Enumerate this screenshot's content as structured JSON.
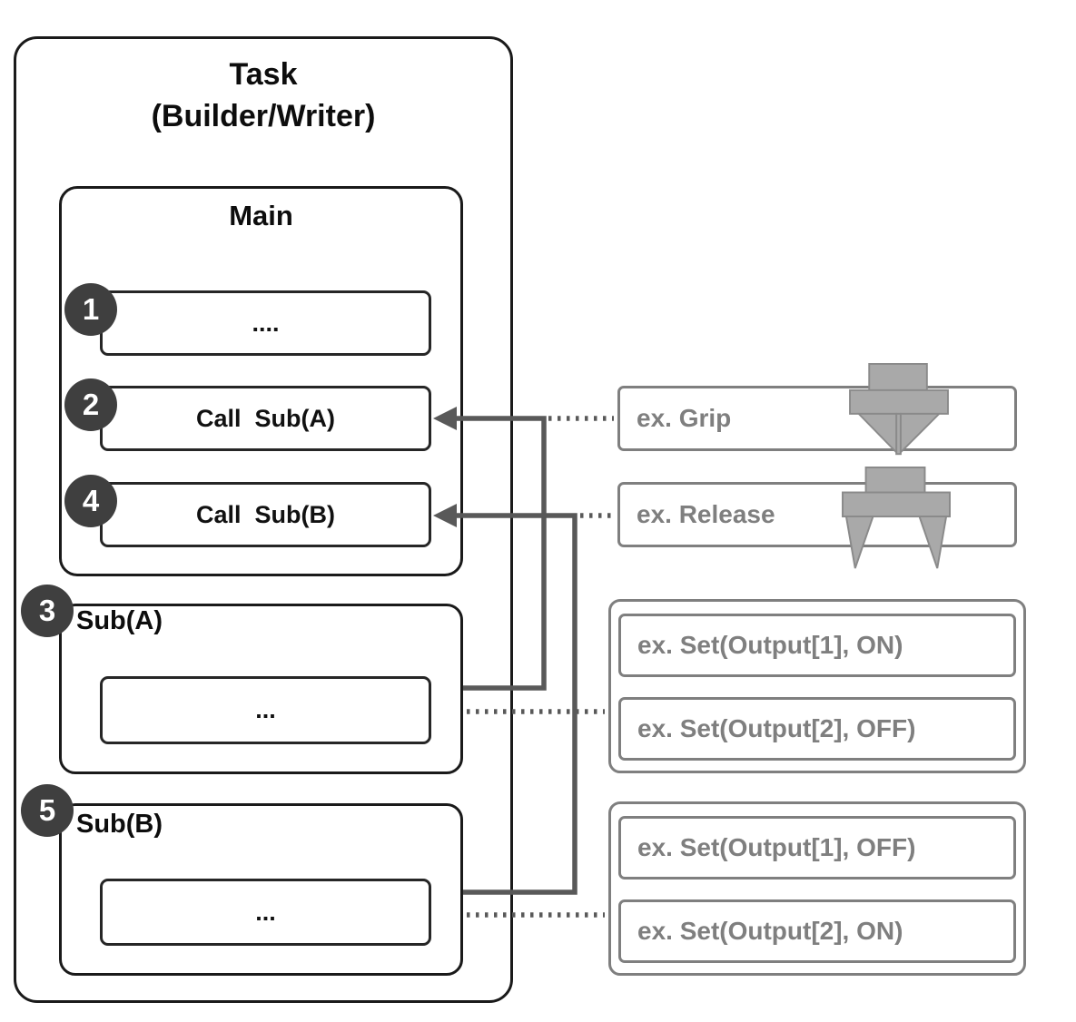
{
  "task": {
    "title_line1": "Task",
    "title_line2": "(Builder/Writer)",
    "main": {
      "label": "Main",
      "steps": [
        {
          "num": "1",
          "label": "...."
        },
        {
          "num": "2",
          "label": "Call  Sub(A)"
        },
        {
          "num": "4",
          "label": "Call  Sub(B)"
        }
      ]
    },
    "subs": [
      {
        "num": "3",
        "label": "Sub(A)",
        "body": "..."
      },
      {
        "num": "5",
        "label": "Sub(B)",
        "body": "..."
      }
    ]
  },
  "examples": {
    "grip": {
      "label": "ex. Grip",
      "icon": "gripper-closed-icon"
    },
    "release": {
      "label": "ex. Release",
      "icon": "gripper-open-icon"
    },
    "sub_a": [
      "ex. Set(Output[1], ON)",
      "ex. Set(Output[2], OFF)"
    ],
    "sub_b": [
      "ex. Set(Output[1], OFF)",
      "ex. Set(Output[2], ON)"
    ]
  },
  "colors": {
    "outline_dark": "#1a1a1a",
    "box_border": "#262626",
    "badge_bg": "#3f3f3f",
    "gray_border": "#7f7f7f",
    "gray_text": "#7f7f7f",
    "connector": "#595959",
    "icon_fill": "#a9a9a9",
    "background": "#ffffff"
  }
}
